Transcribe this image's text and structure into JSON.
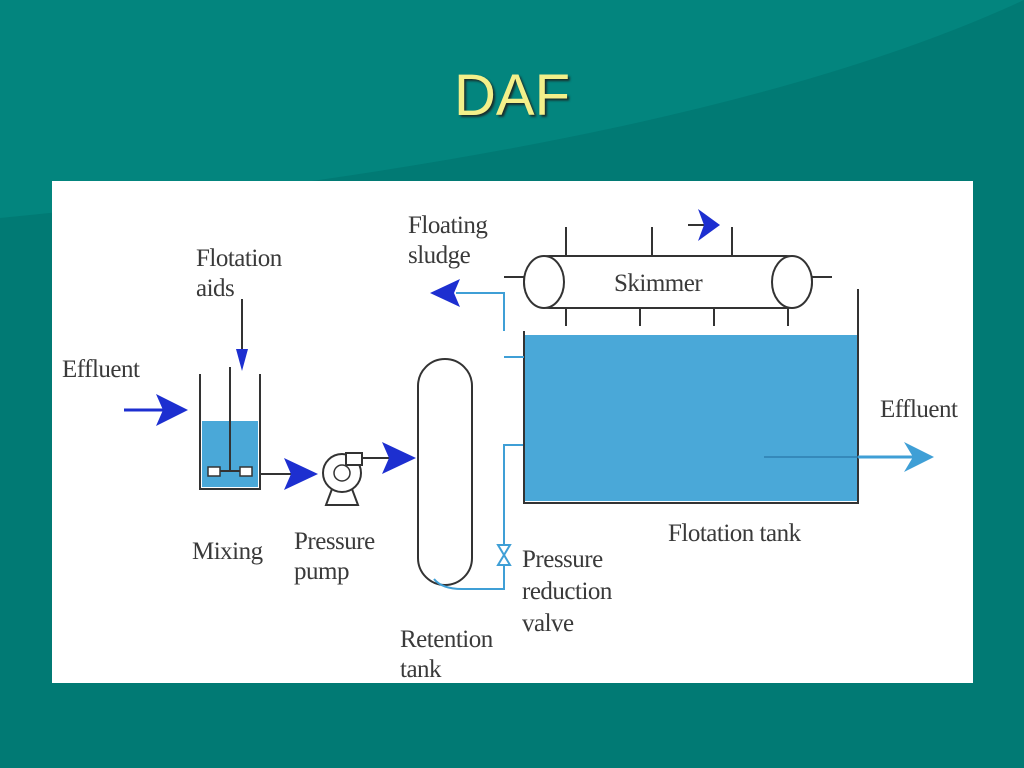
{
  "slide": {
    "title": "DAF"
  },
  "diagram": {
    "labels": {
      "effluent_in": "Effluent",
      "flotation_aids_line1": "Flotation",
      "flotation_aids_line2": "aids",
      "mixing": "Mixing",
      "pressure_pump_line1": "Pressure",
      "pressure_pump_line2": "pump",
      "retention_tank_line1": "Retention",
      "retention_tank_line2": "tank",
      "floating_sludge_line1": "Floating",
      "floating_sludge_line2": "sludge",
      "skimmer": "Skimmer",
      "pressure_reduction_valve_line1": "Pressure",
      "pressure_reduction_valve_line2": "reduction",
      "pressure_reduction_valve_line3": "valve",
      "effluent_out": "Effluent",
      "flotation_tank": "Flotation tank"
    },
    "colors": {
      "background": "#017a74",
      "title": "#f3f08a",
      "water": "#4aa8d8",
      "pipe": "#3f9fd6",
      "arrow": "#1d2fd0",
      "outline": "#333333"
    }
  }
}
